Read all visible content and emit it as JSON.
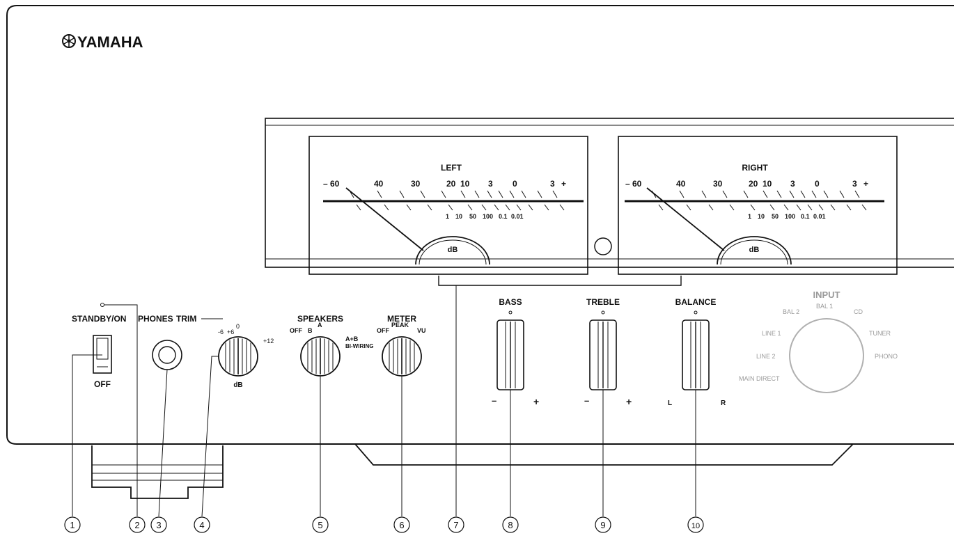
{
  "brand": {
    "name": "YAMAHA",
    "logo": "tuning-fork-emblem"
  },
  "meters": {
    "left": {
      "label": "LEFT"
    },
    "right": {
      "label": "RIGHT"
    },
    "upper_scale": [
      "– 60",
      "40",
      "30",
      "20",
      "10",
      "3",
      "0",
      "3",
      "+"
    ],
    "lower_scale": [
      "1",
      "10",
      "50",
      "100",
      "0.1",
      "0.01"
    ],
    "unit": "dB"
  },
  "controls": {
    "standby": {
      "label": "STANDBY/ON",
      "off_label": "OFF"
    },
    "phones_label": "PHONES",
    "trim": {
      "label": "TRIM",
      "scale": [
        "-6",
        "+6",
        "0",
        "+12"
      ],
      "unit": "dB"
    },
    "speakers": {
      "label": "SPEAKERS",
      "positions": [
        "OFF",
        "B",
        "A",
        "A+B",
        "BI-WIRING"
      ]
    },
    "meter": {
      "label": "METER",
      "positions": [
        "OFF",
        "PEAK",
        "VU"
      ]
    },
    "bass": {
      "label": "BASS",
      "minus": "–",
      "plus": "+"
    },
    "treble": {
      "label": "TREBLE",
      "minus": "–",
      "plus": "+"
    },
    "balance": {
      "label": "BALANCE",
      "left": "L",
      "right": "R"
    },
    "input": {
      "label": "INPUT",
      "sources": [
        "BAL 2",
        "BAL 1",
        "CD",
        "LINE 1",
        "TUNER",
        "LINE 2",
        "PHONO",
        "MAIN DIRECT"
      ]
    }
  },
  "callouts": [
    "1",
    "2",
    "3",
    "4",
    "5",
    "6",
    "7",
    "8",
    "9",
    "10"
  ]
}
